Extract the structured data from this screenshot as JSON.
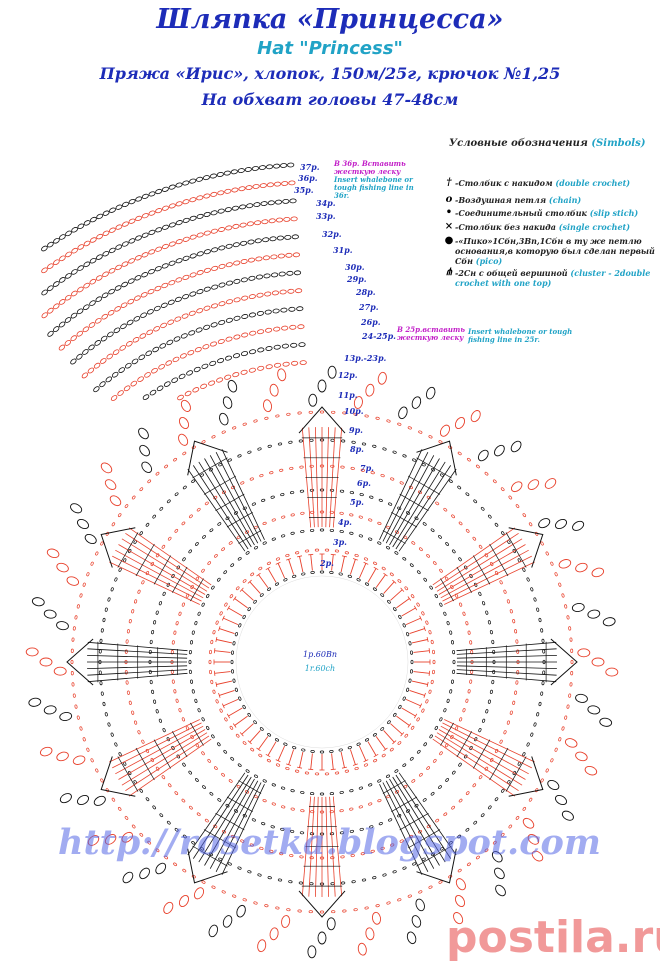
{
  "header": {
    "title": "Шляпка «Принцесса»",
    "subtitle": "Hat \"Princess\"",
    "yarn": "Пряжа «Ирис», хлопок, 150м/25г, крючок №1,25",
    "head": "На обхват головы 47-48см"
  },
  "legend": {
    "title_ru": "Условные обозначения",
    "title_en": "(Simbols)",
    "items": [
      {
        "icon": "double-crochet-icon",
        "glyph": "†",
        "ru": "-Столбик с накидом",
        "en": "(double crochet)"
      },
      {
        "icon": "chain-icon",
        "glyph": "o",
        "ru": "-Воздушная петля",
        "en": "(chain)"
      },
      {
        "icon": "slip-stitch-icon",
        "glyph": "•",
        "ru": "-Соединительный столбик",
        "en": "(slip stich)"
      },
      {
        "icon": "single-crochet-icon",
        "glyph": "×",
        "ru": "-Столбик без накида",
        "en": "(single crochet)"
      },
      {
        "icon": "pico-icon",
        "glyph": "●",
        "ru": "-«Пико»1Сбн,3Вп,1Сбн в ту же петлю основания,в которую был сделан первый Сбн",
        "en": "(pico)"
      },
      {
        "icon": "cluster-icon",
        "glyph": "⋔",
        "ru": "-2Сн с общей вершиной",
        "en": "(cluster - 2double crochet with one top)"
      }
    ]
  },
  "notes": {
    "r36_ru": "В 36р. Вставить жесткую леску",
    "r36_en": "Insert whalebone or tough fishing line in 36r.",
    "r25_ru": "В 25р.вставить жесткую леску",
    "r25_en": "Insert whalebone or tough fishing line in 25r."
  },
  "rows": {
    "r37": "37р.",
    "r36": "36р.",
    "r35": "35р.",
    "r34": "34р.",
    "r33": "33р.",
    "r32": "32р.",
    "r31": "31р.",
    "r30": "30р.",
    "r29": "29р.",
    "r28": "28р.",
    "r27": "27р.",
    "r26": "26р.",
    "r24_25": "24-25р.",
    "r13_23": "13р.-23р.",
    "r12": "12р.",
    "r11": "11р.",
    "r10": "10р.",
    "r9": "9р.",
    "r8": "8р.",
    "r7": "7р.",
    "r6": "6р.",
    "r5": "5р.",
    "r4": "4р.",
    "r3": "3р.",
    "r2": "2р."
  },
  "center": {
    "ru": "1р.60Вп",
    "en": "1r.60ch"
  },
  "url": "http://rosetka.blogspot.com",
  "watermark": "postila.ru",
  "colors": {
    "blue": "#1d2cb8",
    "cyan": "#21a3c6",
    "red": "#e8412c",
    "black": "#111111",
    "magenta": "#c21fc8"
  }
}
